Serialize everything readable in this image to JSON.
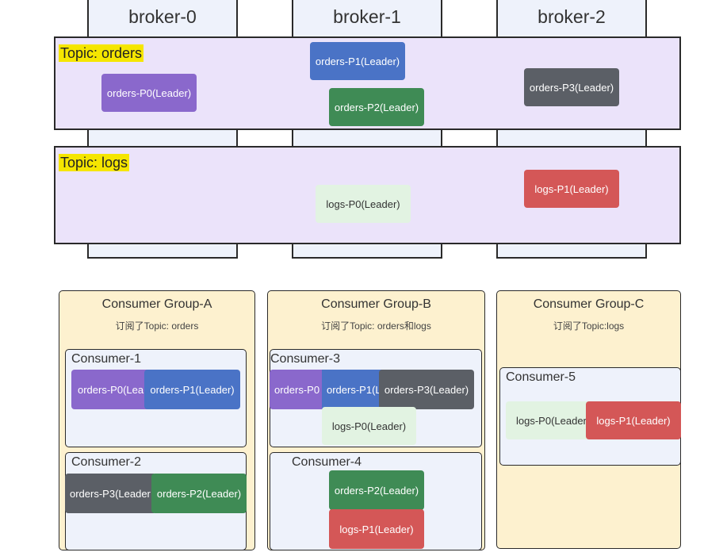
{
  "colors": {
    "purple": "#8a68cc",
    "blue": "#4a73c6",
    "green": "#3f8b55",
    "gray": "#5b5f66",
    "red": "#d45757",
    "light_green": "#e2f3e2",
    "topic_bg": "#ebe3fa",
    "broker_bg": "#eef2fb",
    "group_bg": "#fdf1cf",
    "label_highlight": "#f5e600"
  },
  "brokers": [
    "broker-0",
    "broker-1",
    "broker-2"
  ],
  "topics": {
    "orders": {
      "label": "Topic: orders",
      "partitions": {
        "p0": "orders-P0(Leader)",
        "p1": "orders-P1(Leader)",
        "p2": "orders-P2(Leader)",
        "p3": "orders-P3(Leader)"
      }
    },
    "logs": {
      "label": "Topic: logs",
      "partitions": {
        "p0": "logs-P0(Leader)",
        "p1": "logs-P1(Leader)"
      }
    }
  },
  "groups": {
    "a": {
      "title": "Consumer Group-A",
      "subtitle": "订阅了Topic: orders",
      "consumers": {
        "c1": {
          "label": "Consumer-1",
          "parts": [
            "orders-P0(Lea",
            "orders-P1(Leader)"
          ]
        },
        "c2": {
          "label": "Consumer-2",
          "parts": [
            "orders-P3(Leader",
            "orders-P2(Leader)"
          ]
        }
      }
    },
    "b": {
      "title": "Consumer Group-B",
      "subtitle": "订阅了Topic: orders和logs",
      "consumers": {
        "c3": {
          "label": "Consumer-3",
          "parts": [
            "orders-P0",
            "orders-P1(L",
            "orders-P3(Leader)",
            "logs-P0(Leader)"
          ]
        },
        "c4": {
          "label": "Consumer-4",
          "parts": [
            "orders-P2(Leader)",
            "logs-P1(Leader)"
          ]
        }
      }
    },
    "c": {
      "title": "Consumer Group-C",
      "subtitle": "订阅了Topic:logs",
      "consumers": {
        "c5": {
          "label": "Consumer-5",
          "parts": [
            "logs-P0(Leader",
            "logs-P1(Leader)"
          ]
        }
      }
    }
  }
}
